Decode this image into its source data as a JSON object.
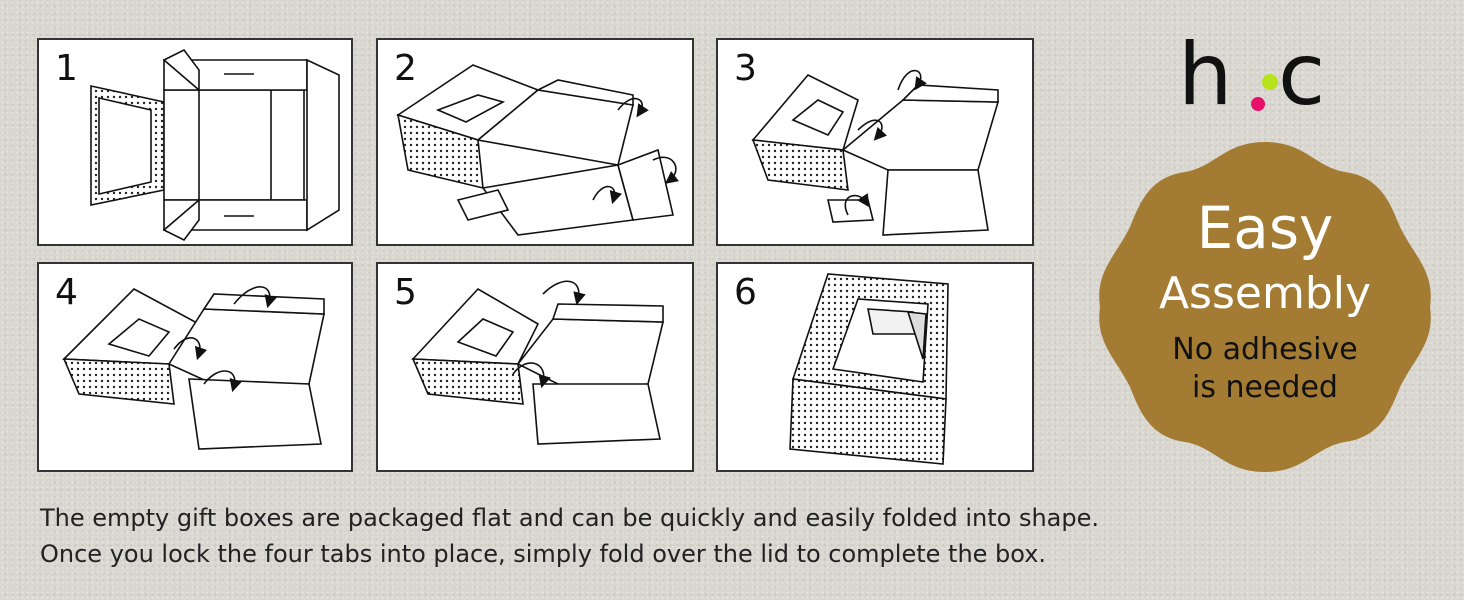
{
  "steps": [
    {
      "number": "1"
    },
    {
      "number": "2"
    },
    {
      "number": "3"
    },
    {
      "number": "4"
    },
    {
      "number": "5"
    },
    {
      "number": "6"
    }
  ],
  "logo": {
    "text": "h",
    "text2": "c",
    "dot_colors": [
      "#e8106d",
      "#b7e31a"
    ]
  },
  "badge": {
    "line1": "Easy",
    "line2": "Assembly",
    "line3": "No adhesive",
    "line4": "is needed",
    "color": "#a37b32"
  },
  "caption": {
    "line1": "The empty gift boxes are packaged flat and can be quickly and easily folded into shape.",
    "line2": "Once you lock the four tabs into place, simply fold over the lid to complete the box."
  }
}
